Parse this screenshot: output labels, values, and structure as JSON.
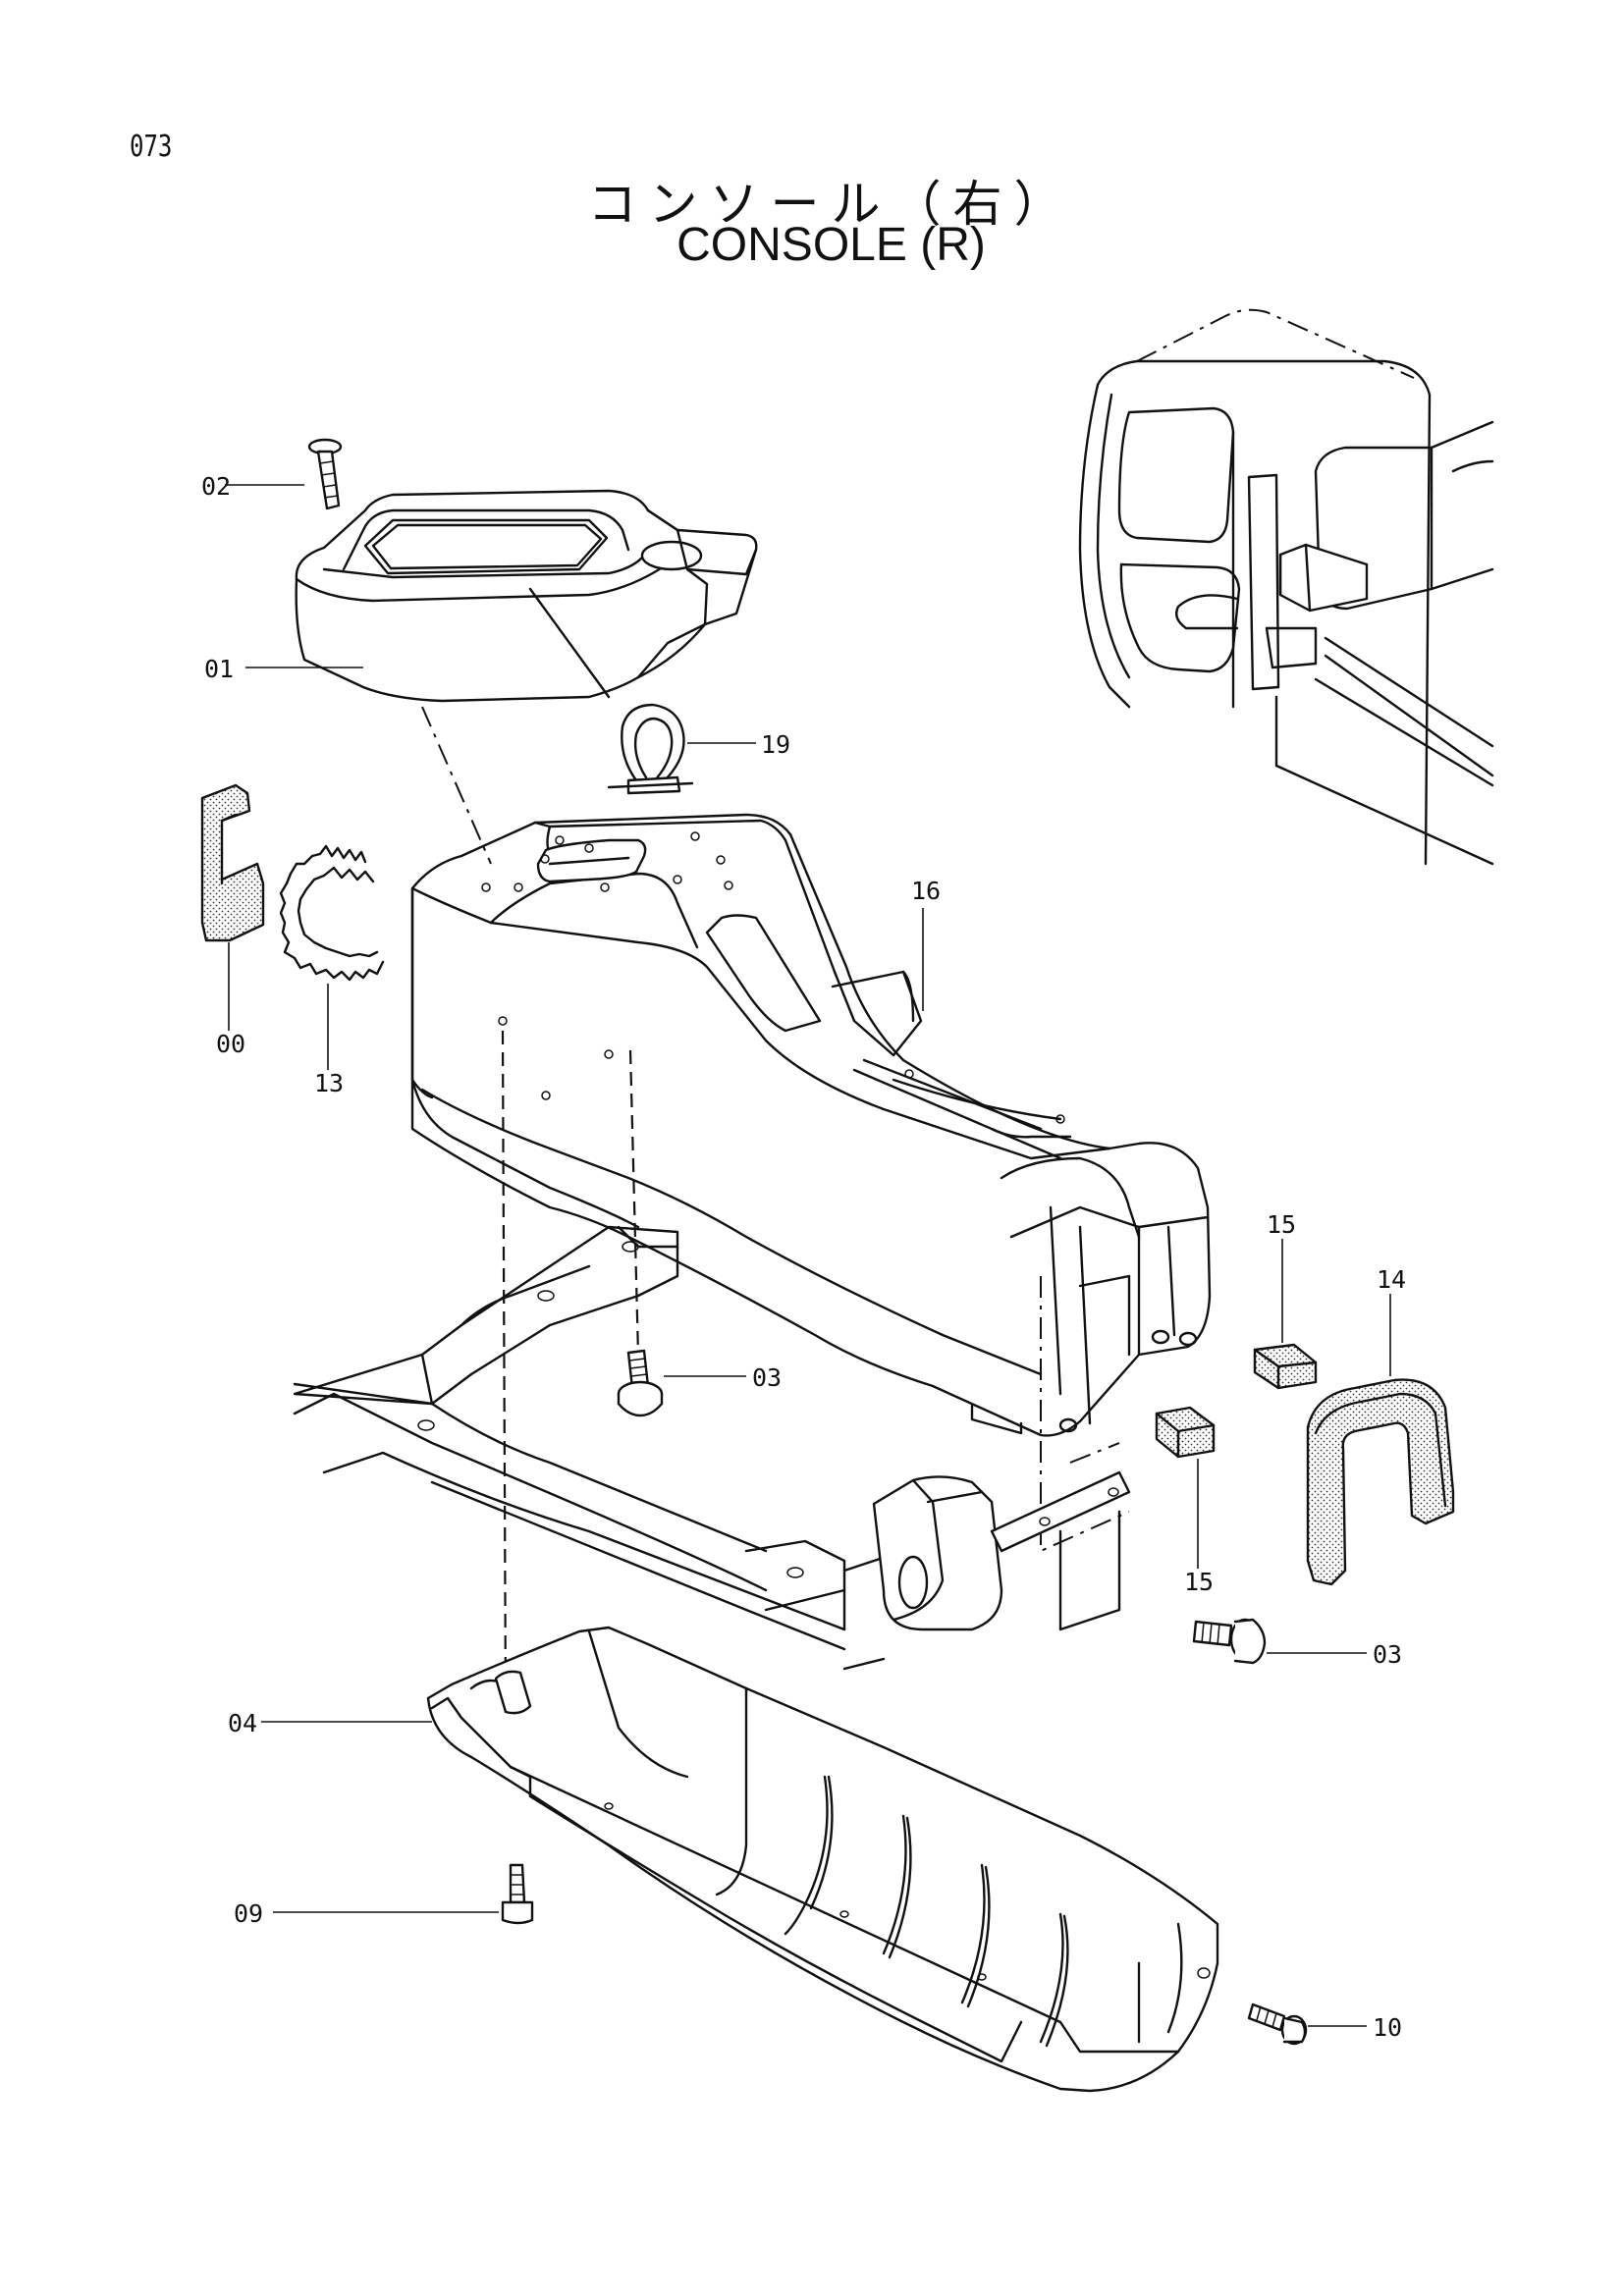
{
  "page_number": "073",
  "title_jp": "コンソール（右）",
  "title_en": "CONSOLE (R)",
  "parts": [
    {
      "id": "02",
      "name": "screw"
    },
    {
      "id": "01",
      "name": "upper-cover"
    },
    {
      "id": "19",
      "name": "clamp"
    },
    {
      "id": "00",
      "name": "console"
    },
    {
      "id": "13",
      "name": "seal"
    },
    {
      "id": "16",
      "name": "trim"
    },
    {
      "id": "15",
      "name": "pad"
    },
    {
      "id": "15",
      "name": "pad"
    },
    {
      "id": "14",
      "name": "seal"
    },
    {
      "id": "03",
      "name": "bolt"
    },
    {
      "id": "03",
      "name": "bolt"
    },
    {
      "id": "04",
      "name": "under-cover"
    },
    {
      "id": "09",
      "name": "bolt"
    },
    {
      "id": "10",
      "name": "bolt"
    }
  ]
}
